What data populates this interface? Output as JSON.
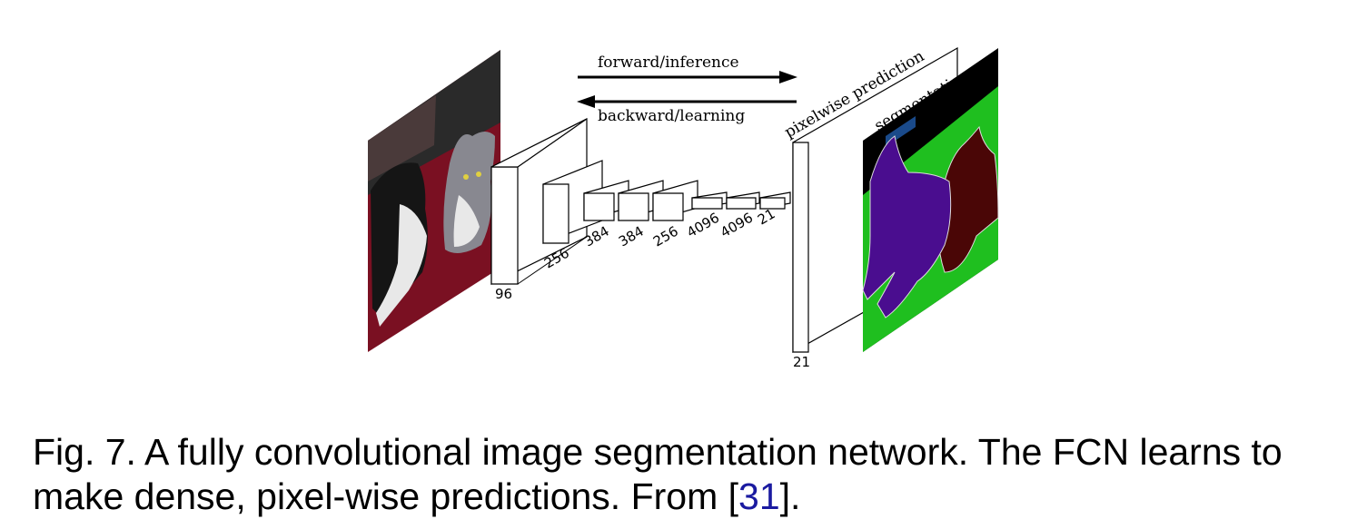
{
  "diagram": {
    "forward_label": "forward/inference",
    "backward_label": "backward/learning",
    "prediction_label": "pixelwise prediction",
    "gt_label": "segmentation g.t.",
    "layer_labels": [
      "96",
      "256",
      "384",
      "384",
      "256",
      "4096",
      "4096",
      "21"
    ],
    "output_label": "21"
  },
  "colors": {
    "gt_background": "#1fbf1f",
    "gt_dog": "#4a0d8f",
    "gt_cat": "#4a0606",
    "gt_void": "#000000",
    "gt_patch": "#1a4a8a",
    "photo_bg": "#7a1022"
  },
  "caption": {
    "prefix": "Fig. 7. A fully convolutional image segmentation network. The FCN learns to make dense, pixel-wise predictions. From [",
    "citation": "31",
    "suffix": "]."
  }
}
